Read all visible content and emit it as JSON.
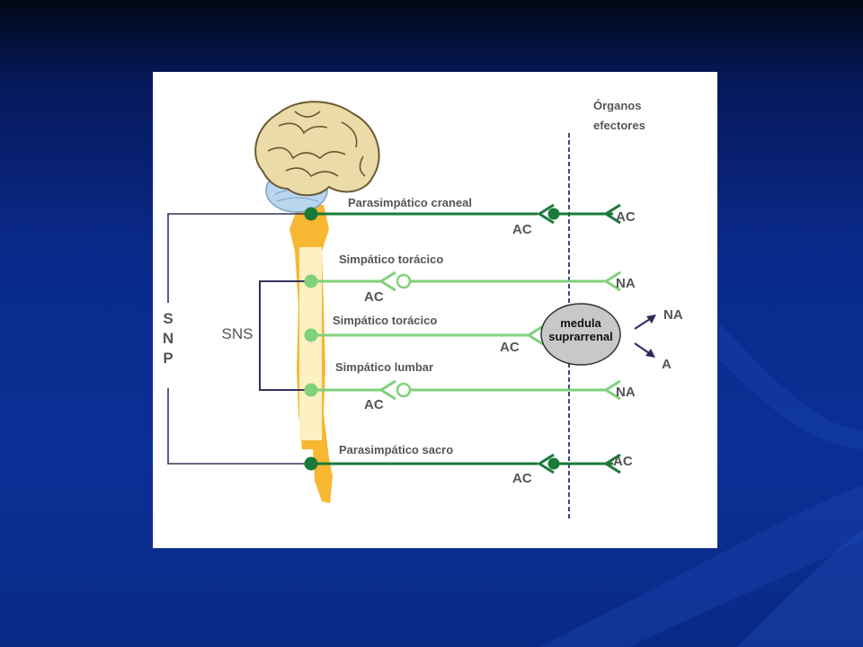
{
  "diagram": {
    "organs_header": [
      "Órganos",
      "efectores"
    ],
    "bracket_snp": [
      "S",
      "N",
      "P"
    ],
    "bracket_sns": "SNS",
    "pathways": {
      "cranial": {
        "name": "Parasimpático craneal",
        "pre_nt": "AC",
        "post_nt": "AC"
      },
      "thoracic_1": {
        "name": "Simpático torácico",
        "pre_nt": "AC",
        "post_nt": "NA"
      },
      "thoracic_2": {
        "name": "Simpático torácico",
        "pre_nt": "AC"
      },
      "lumbar": {
        "name": "Simpático lumbar",
        "pre_nt": "AC",
        "post_nt": "NA"
      },
      "sacral": {
        "name": "Parasimpático sacro",
        "pre_nt": "AC",
        "post_nt": "AC"
      }
    },
    "adrenal": {
      "line1": "medula",
      "line2": "suprarrenal",
      "out1": "NA",
      "out2": "A"
    },
    "colors": {
      "parasympathetic": "#1a7a3a",
      "sympathetic": "#7fd17a",
      "spinal_cord": "#f7b733",
      "bracket": "#33335a"
    }
  }
}
